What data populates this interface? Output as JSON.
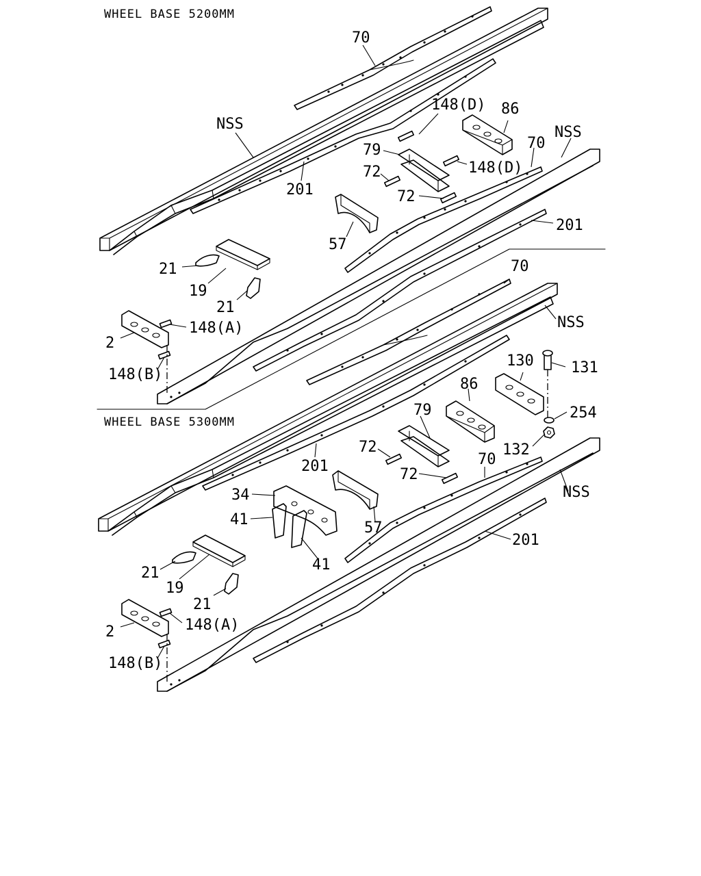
{
  "sections": [
    {
      "title": "WHEEL BASE 5200MM",
      "callouts": {
        "c70a": "70",
        "nss_a": "NSS",
        "c201a": "201",
        "c148d_1": "148(D)",
        "c86": "86",
        "c79": "79",
        "c148d_2": "148(D)",
        "c72a": "72",
        "c72b": "72",
        "c70b": "70",
        "nss_b": "NSS",
        "c201b": "201",
        "c57": "57",
        "c21a": "21",
        "c19": "19",
        "c21b": "21",
        "c148a": "148(A)",
        "c2": "2",
        "c148b": "148(B)"
      }
    },
    {
      "title": "WHEEL BASE 5300MM",
      "callouts": {
        "c70a": "70",
        "nss_a": "NSS",
        "c130": "130",
        "c131": "131",
        "c86": "86",
        "c254": "254",
        "c79": "79",
        "c132": "132",
        "c72a": "72",
        "c201a": "201",
        "c72b": "72",
        "c70b": "70",
        "c34": "34",
        "nss_b": "NSS",
        "c41a": "41",
        "c57": "57",
        "c41b": "41",
        "c201b": "201",
        "c21a": "21",
        "c19": "19",
        "c21b": "21",
        "c148a": "148(A)",
        "c2": "2",
        "c148b": "148(B)"
      }
    }
  ]
}
